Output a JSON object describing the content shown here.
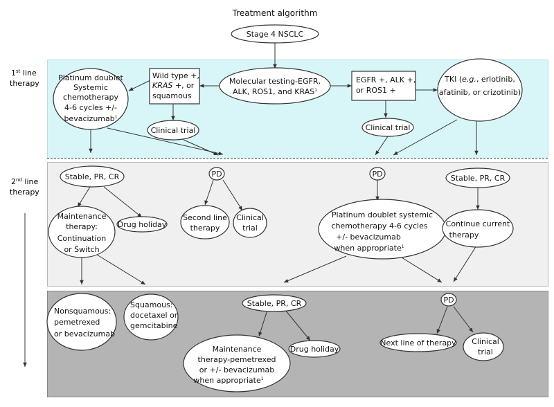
{
  "title": "Treatment algorithm",
  "side_labels": {
    "first_line": [
      "1",
      "st",
      " line",
      "therapy"
    ],
    "second_line": [
      "2",
      "nd",
      " line",
      "therapy"
    ]
  },
  "nodes": {
    "stage4": [
      "Stage 4 NSCLC"
    ],
    "molecular": [
      "Molecular testing-EGFR,",
      "ALK, ROS1, and KRAS",
      "1"
    ],
    "platinum_first": [
      "Platinum doublet",
      "Systemic",
      "chemotherapy",
      "4-6 cycles +/-",
      "bevacizumab",
      "1"
    ],
    "wildtype": [
      "Wild type +,",
      "KRAS",
      " +, or",
      "squamous"
    ],
    "egfr": [
      "EGFR +, ALK +,",
      "or ROS1 +"
    ],
    "tki": [
      "TKI (",
      "e.g.",
      ", erlotinib,",
      "afatinib, or crizotinib)"
    ],
    "clinical_trial_1": [
      "Clinical trial"
    ],
    "clinical_trial_2": [
      "Clinical trial"
    ],
    "stable_left": [
      "Stable, PR, CR"
    ],
    "pd_left": [
      "PD"
    ],
    "pd_right": [
      "PD"
    ],
    "stable_right": [
      "Stable, PR, CR"
    ],
    "maintenance": [
      "Maintenance",
      "therapy:",
      "Continuation",
      "or Switch"
    ],
    "drug_holiday_1": [
      "Drug holiday"
    ],
    "second_line": [
      "Second line",
      "therapy"
    ],
    "clinical_trial_3": [
      "Clinical",
      "trial"
    ],
    "platinum_second": [
      "Platinum doublet systemic",
      "chemotherapy 4-6 cycles",
      "+/- bevacizumab",
      "when appropriate",
      "1"
    ],
    "continue": [
      "Continue current",
      "therapy"
    ],
    "nonsquamous": [
      "Nonsquamous:",
      "pemetrexed",
      "or bevacizumab"
    ],
    "squamous": [
      "Squamous:",
      "docetaxel or",
      "gemcitabine"
    ],
    "stable_bottom": [
      "Stable, PR, CR"
    ],
    "maint_pem": [
      "Maintenance",
      "therapy-pemetrexed",
      "or +/- bevacizumab",
      "when appropriate",
      "1"
    ],
    "drug_holiday_2": [
      "Drug holiday"
    ],
    "pd_bottom": [
      "PD"
    ],
    "next_line": [
      "Next line of therapy"
    ],
    "clinical_trial_4": [
      "Clinical",
      "trial"
    ]
  }
}
